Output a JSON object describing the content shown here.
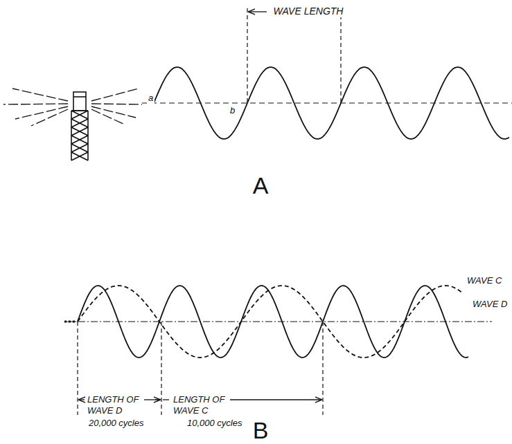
{
  "diagram": {
    "labels": [
      "WAVE LENGTH",
      "a",
      "b",
      "A",
      "WAVE C",
      "WAVE D",
      "LENGTH OF WAVE D",
      "20,000 cycles",
      "LENGTH OF WAVE C",
      "10,000 cycles",
      "B"
    ]
  }
}
